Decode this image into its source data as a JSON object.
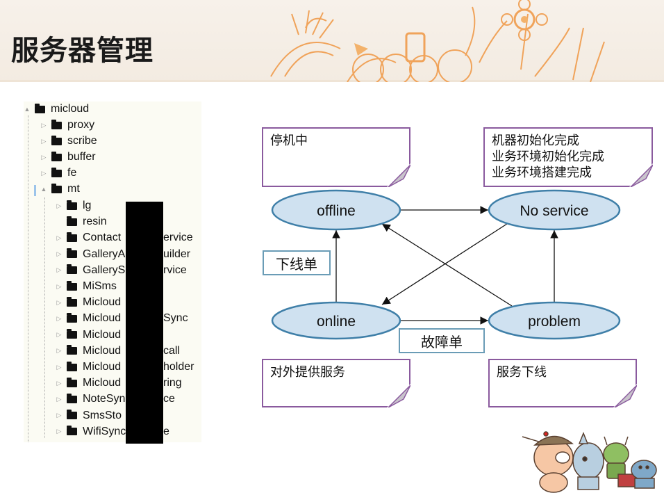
{
  "slide": {
    "title": "服务器管理"
  },
  "tree": {
    "root": "micloud",
    "children": [
      "proxy",
      "scribe",
      "buffer",
      "fe",
      "mt"
    ],
    "mt_children": [
      "lg",
      "resin",
      "Contact",
      "GalleryA",
      "GalleryS",
      "MiSms",
      "Micloud",
      "Micloud",
      "Micloud",
      "Micloud",
      "Micloud",
      "Micloud",
      "NoteSyn",
      "SmsSto",
      "WifiSync"
    ],
    "mt_children_suffix": [
      "",
      "",
      "ervice",
      "uilder",
      "rvice",
      "",
      "",
      "Sync",
      "",
      "call",
      "holder",
      "ring",
      "ce",
      "",
      "e"
    ]
  },
  "diagram": {
    "nodes": {
      "offline": "offline",
      "no_service": "No service",
      "online": "online",
      "problem": "problem"
    },
    "notes": {
      "offline_note": [
        "停机中"
      ],
      "no_service_note": [
        "机器初始化完成",
        "业务环境初始化完成",
        "业务环境搭建完成"
      ],
      "online_note": [
        "对外提供服务"
      ],
      "problem_note": [
        "服务下线"
      ]
    },
    "labels": {
      "offline_order": "下线单",
      "fault_order": "故障单"
    }
  },
  "colors": {
    "node_fill": "#cfe1f0",
    "node_stroke": "#3f7fa8",
    "note_border": "#8a5a9e",
    "label_border": "#6a9cb6"
  }
}
